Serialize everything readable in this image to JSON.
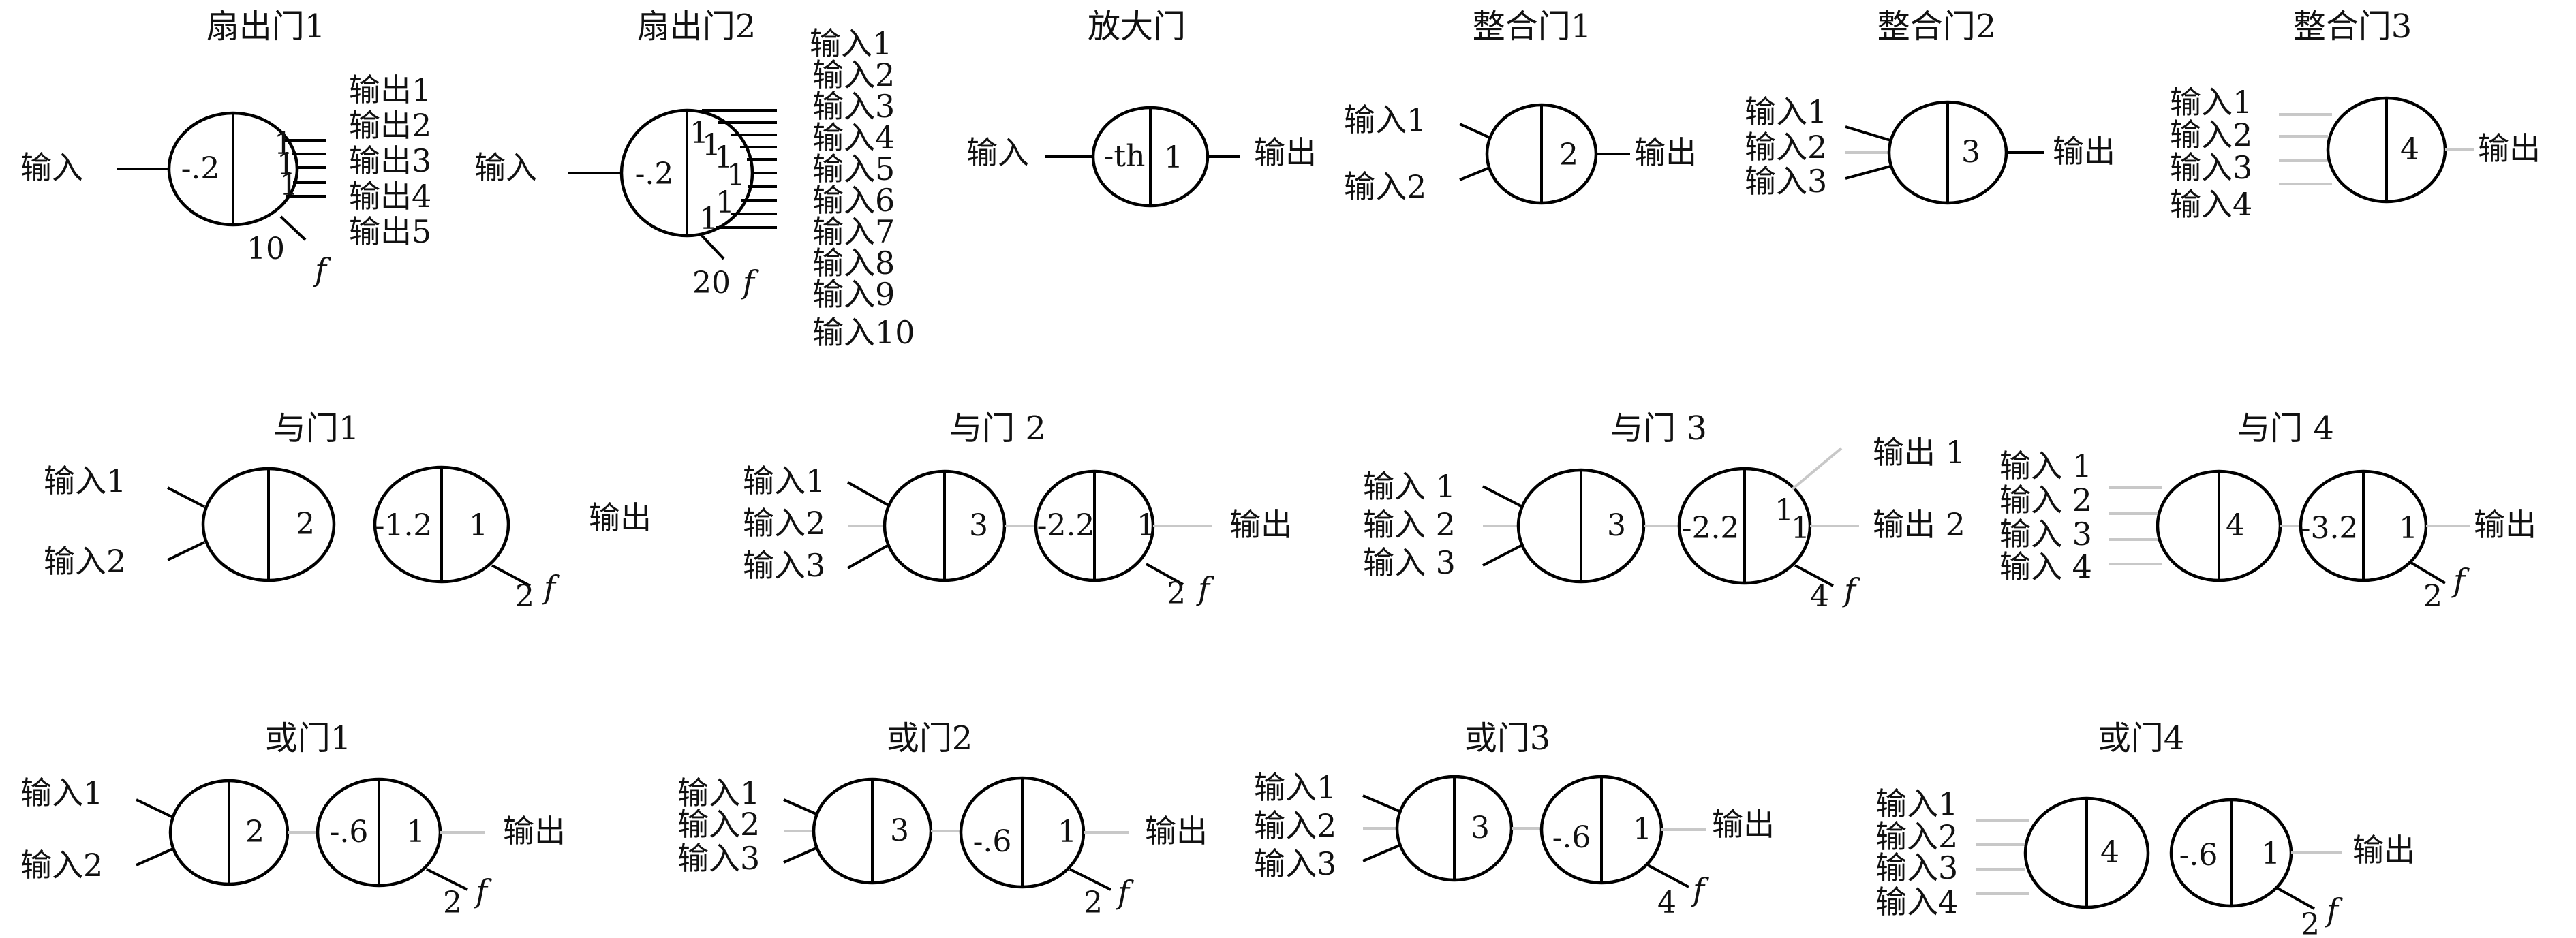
{
  "title_fanout1": "扇出门1",
  "title_fanout2": "扇出门2",
  "title_amp": "放大门",
  "title_integ1": "整合门1",
  "title_integ2": "整合门2",
  "title_integ3": "整合门3",
  "title_and1": "与门1",
  "title_and2": "与门 2",
  "title_and3": "与门 3",
  "title_and4": "与门 4",
  "title_or1": "或门1",
  "title_or2": "或门2",
  "title_or3": "或门3",
  "title_or4": "或门4",
  "lbl_input": "输入",
  "lbl_output": "输出",
  "lbl_in1": "输入1",
  "lbl_in2": "输入2",
  "lbl_in3": "输入3",
  "lbl_in4": "输入4",
  "lbl_in5": "输入5",
  "lbl_in6": "输入6",
  "lbl_in7": "输入7",
  "lbl_in8": "输入8",
  "lbl_in9": "输入9",
  "lbl_in10": "输入10",
  "lbl_out1": "输出1",
  "lbl_out2": "输出2",
  "lbl_out3": "输出3",
  "lbl_out4": "输出4",
  "lbl_out5": "输出5",
  "lbl_in1_sp": "输入 1",
  "lbl_in2_sp": "输入 2",
  "lbl_in3_sp": "输入 3",
  "lbl_in4_sp": "输入 4",
  "lbl_out1_sp": "输出 1",
  "lbl_out2_sp": "输出 2",
  "sym_f": "f",
  "v_neg02": "-.2",
  "v_th": "-th",
  "v_neg12": "-1.2",
  "v_neg22": "-2.2",
  "v_neg32": "-3.2",
  "v_neg06": "-.6",
  "v_1": "1",
  "v_2": "2",
  "v_3": "3",
  "v_4": "4",
  "v_10": "10",
  "v_20": "20"
}
